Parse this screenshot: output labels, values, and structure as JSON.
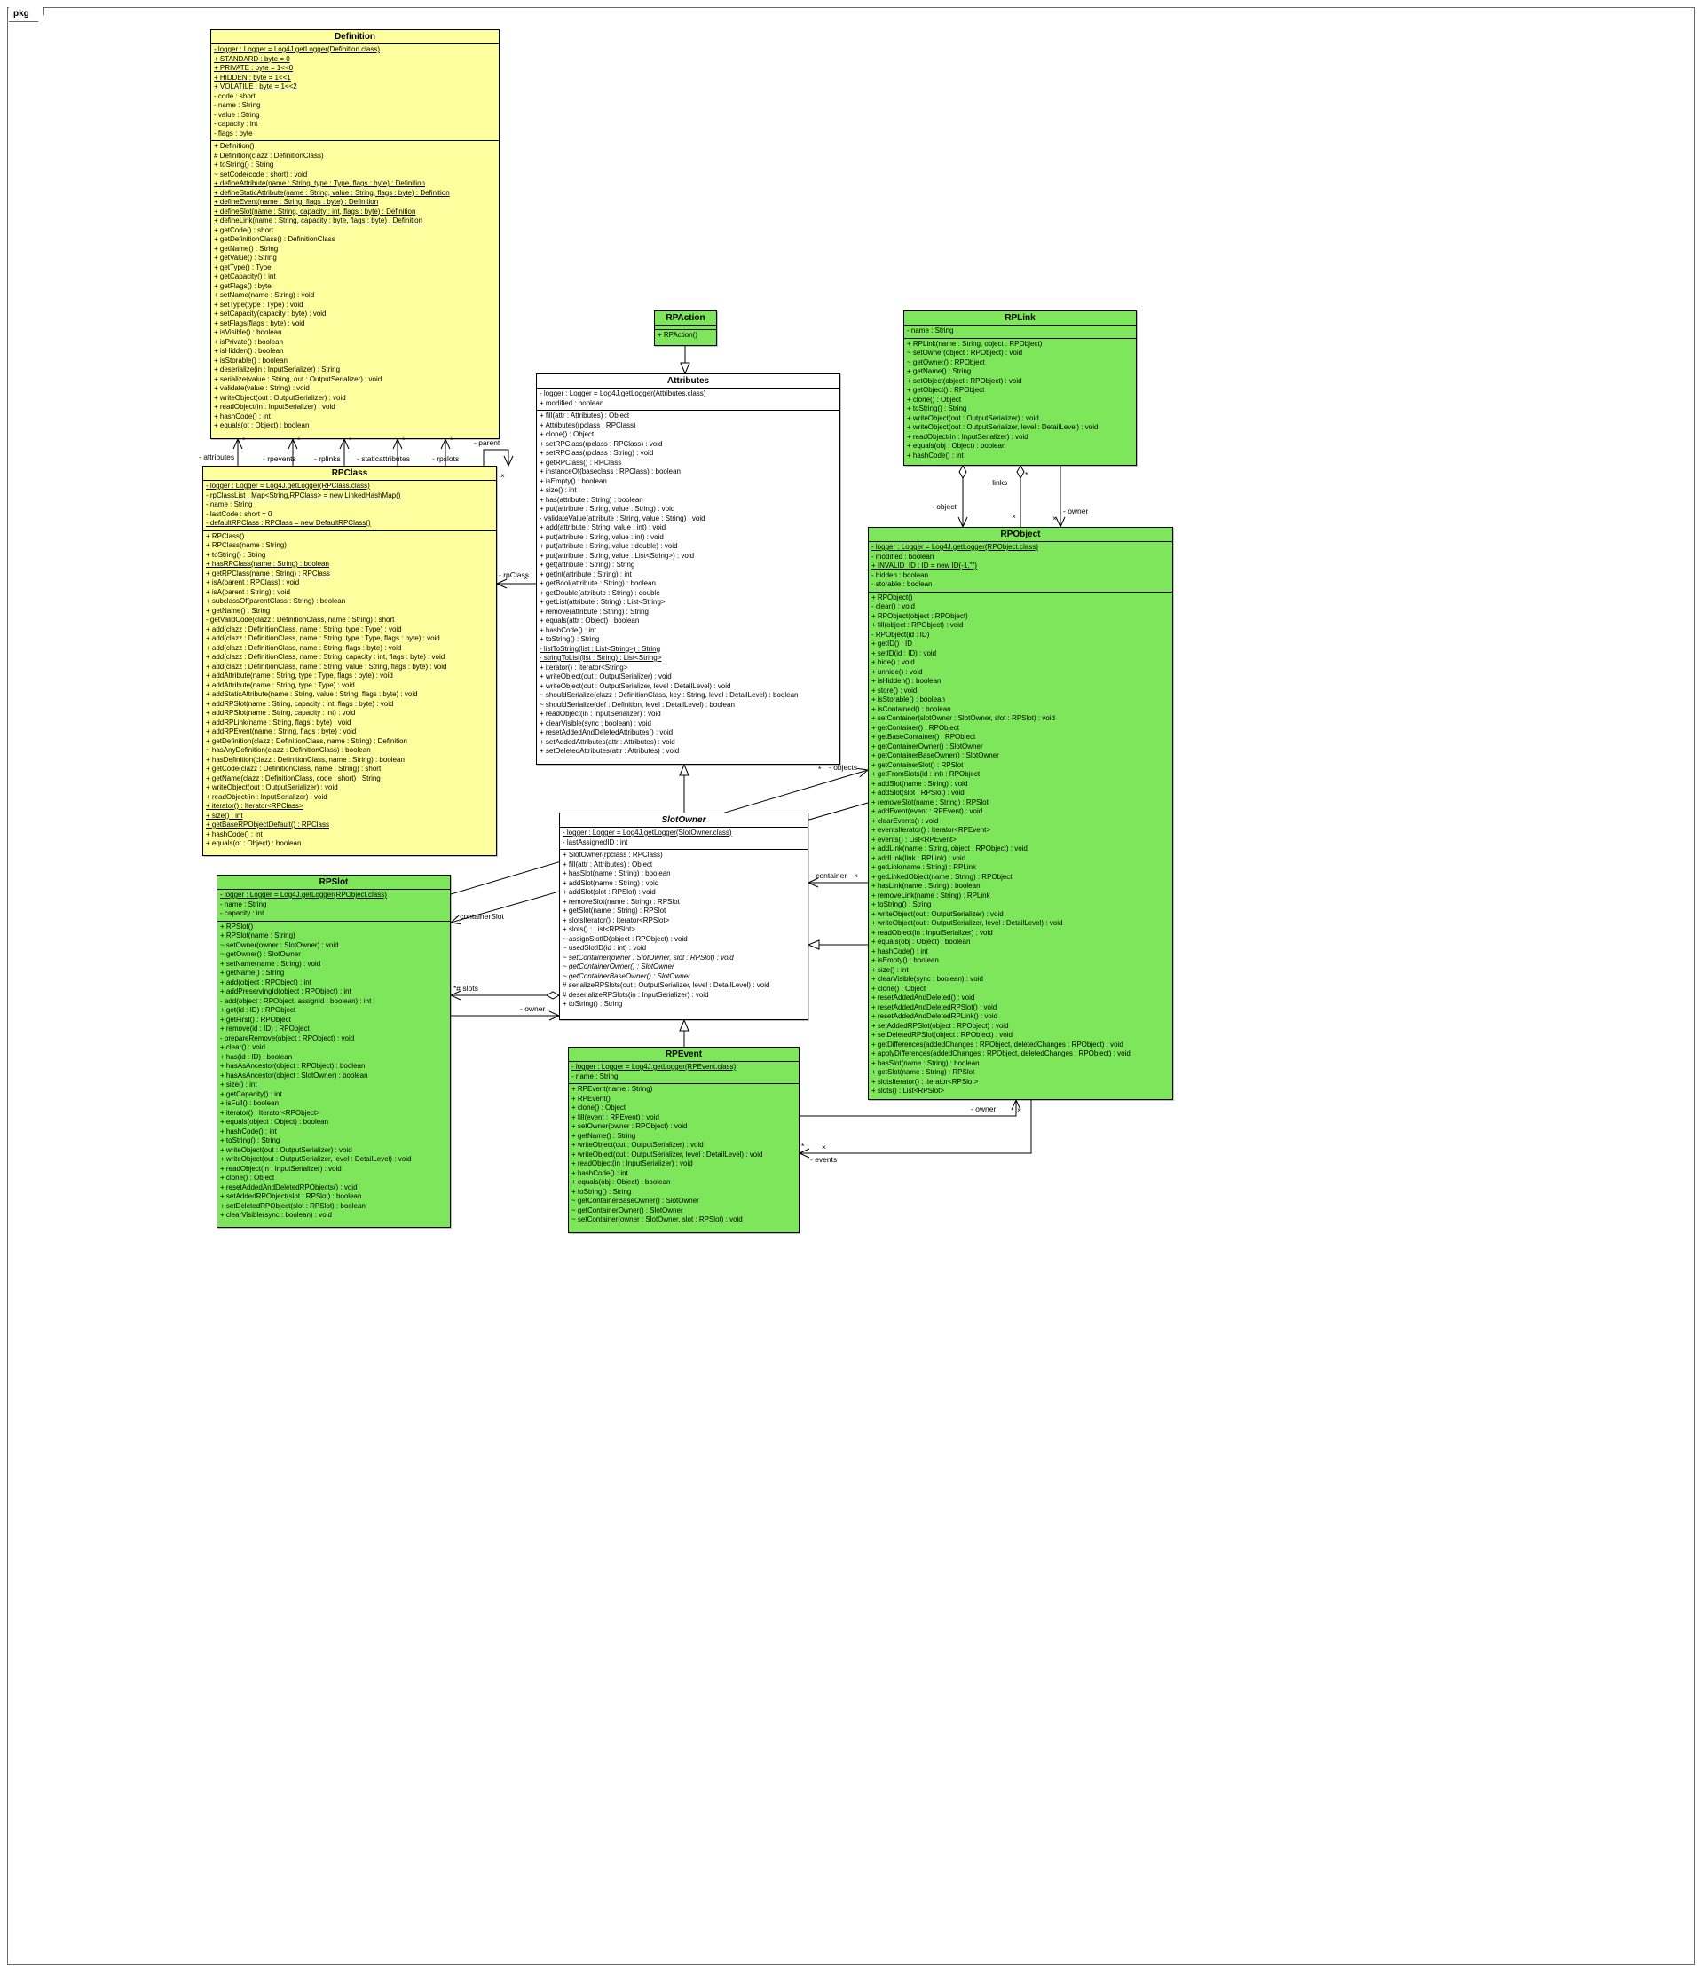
{
  "frame": {
    "label": "pkg"
  },
  "colors": {
    "yellow": "#fdff9e",
    "green": "#7de65a",
    "white": "#ffffff"
  },
  "relationships": {
    "parent": "- parent",
    "attributes": "- attributes",
    "rpevents": "- rpevents",
    "rplinks": "- rplinks",
    "staticattributes": "- staticattributes",
    "rpslots": "- rpslots",
    "rpclass": "- rpClass",
    "links": "- links",
    "object": "- object",
    "owner": "- owner",
    "objects": "- objects",
    "container": "- container",
    "containerslot": "- containerSlot",
    "slots": "*# slots",
    "events": "- events",
    "many": "*",
    "x_marker": "×"
  },
  "classes": [
    {
      "id": "definition",
      "name": "Definition",
      "fill": "yellow",
      "attributes": [
        {
          "t": "- logger : Logger = Log4J.getLogger(Definition.class)",
          "u": 1
        },
        {
          "t": "+ STANDARD : byte = 0",
          "u": 1
        },
        {
          "t": "+ PRIVATE : byte = 1<<0",
          "u": 1
        },
        {
          "t": "+ HIDDEN : byte = 1<<1",
          "u": 1
        },
        {
          "t": "+ VOLATILE : byte = 1<<2",
          "u": 1
        },
        "- code : short",
        "- name : String",
        "- value : String",
        "- capacity : int",
        "- flags : byte"
      ],
      "methods": [
        "+ Definition()",
        "# Definition(clazz : DefinitionClass)",
        "+ toString() : String",
        "~ setCode(code : short) : void",
        {
          "t": "+ defineAttribute(name : String, type : Type, flags : byte) : Definition",
          "u": 1
        },
        {
          "t": "+ defineStaticAttribute(name : String, value : String, flags : byte) : Definition",
          "u": 1
        },
        {
          "t": "+ defineEvent(name : String, flags : byte) : Definition",
          "u": 1
        },
        {
          "t": "+ defineSlot(name : String, capacity : int, flags : byte) : Definition",
          "u": 1
        },
        {
          "t": "+ defineLink(name : String, capacity : byte, flags : byte) : Definition",
          "u": 1
        },
        "+ getCode() : short",
        "+ getDefinitionClass() : DefinitionClass",
        "+ getName() : String",
        "+ getValue() : String",
        "+ getType() : Type",
        "+ getCapacity() : int",
        "+ getFlags() : byte",
        "+ setName(name : String) : void",
        "+ setType(type : Type) : void",
        "+ setCapacity(capacity : byte) : void",
        "+ setFlags(flags : byte) : void",
        "+ isVisible() : boolean",
        "+ isPrivate() : boolean",
        "+ isHidden() : boolean",
        "+ isStorable() : boolean",
        "+ deserialize(in : InputSerializer) : String",
        "+ serialize(value : String, out : OutputSerializer) : void",
        "+ validate(value : String) : void",
        "+ writeObject(out : OutputSerializer) : void",
        "+ readObject(in : InputSerializer) : void",
        "+ hashCode() : int",
        "+ equals(ot : Object) : boolean"
      ]
    },
    {
      "id": "rpclass",
      "name": "RPClass",
      "fill": "yellow",
      "attributes": [
        {
          "t": "- logger : Logger = Log4J.getLogger(RPClass.class)",
          "u": 1
        },
        {
          "t": "- rpClassList : Map<String,RPClass> = new LinkedHashMap()",
          "u": 1
        },
        "- name : String",
        "- lastCode : short = 0",
        {
          "t": "- defaultRPClass : RPClass = new DefaultRPClass()",
          "u": 1
        }
      ],
      "methods": [
        "+ RPClass()",
        "+ RPClass(name : String)",
        "+ toString() : String",
        {
          "t": "+ hasRPClass(name : String) : boolean",
          "u": 1
        },
        {
          "t": "+ getRPClass(name : String) : RPClass",
          "u": 1
        },
        "+ isA(parent : RPClass) : void",
        "+ isA(parent : String) : void",
        "+ subclassOf(parentClass : String) : boolean",
        "+ getName() : String",
        "- getValidCode(clazz : DefinitionClass, name : String) : short",
        "+ add(clazz : DefinitionClass, name : String, type : Type) : void",
        "+ add(clazz : DefinitionClass, name : String, type : Type, flags : byte) : void",
        "+ add(clazz : DefinitionClass, name : String, flags : byte) : void",
        "+ add(clazz : DefinitionClass, name : String, capacity : int, flags : byte) : void",
        "+ add(clazz : DefinitionClass, name : String, value : String, flags : byte) : void",
        "+ addAttribute(name : String, type : Type, flags : byte) : void",
        "+ addAttribute(name : String, type : Type) : void",
        "+ addStaticAttribute(name : String, value : String, flags : byte) : void",
        "+ addRPSlot(name : String, capacity : int, flags : byte) : void",
        "+ addRPSlot(name : String, capacity : int) : void",
        "+ addRPLink(name : String, flags : byte) : void",
        "+ addRPEvent(name : String, flags : byte) : void",
        "+ getDefinition(clazz : DefinitionClass, name : String) : Definition",
        "~ hasAnyDefinition(clazz : DefinitionClass) : boolean",
        "+ hasDefinition(clazz : DefinitionClass, name : String) : boolean",
        "+ getCode(clazz : DefinitionClass, name : String) : short",
        "+ getName(clazz : DefinitionClass, code : short) : String",
        "+ writeObject(out : OutputSerializer) : void",
        "+ readObject(in : InputSerializer) : void",
        {
          "t": "+ iterator() : Iterator<RPClass>",
          "u": 1
        },
        {
          "t": "+ size() : int",
          "u": 1
        },
        {
          "t": "+ getBaseRPObjectDefault() : RPClass",
          "u": 1
        },
        "+ hashCode() : int",
        "+ equals(ot : Object) : boolean"
      ]
    },
    {
      "id": "rpaction",
      "name": "RPAction",
      "fill": "green",
      "attributes": [],
      "methods": [
        "+ RPAction()"
      ]
    },
    {
      "id": "attributes",
      "name": "Attributes",
      "fill": "white",
      "attributes": [
        {
          "t": "- logger : Logger = Log4J.getLogger(Attributes.class)",
          "u": 1
        },
        "+ modified : boolean"
      ],
      "methods": [
        "+ fill(attr : Attributes) : Object",
        "+ Attributes(rpclass : RPClass)",
        "+ clone() : Object",
        "+ setRPClass(rpclass : RPClass) : void",
        "+ setRPClass(rpclass : String) : void",
        "+ getRPClass() : RPClass",
        "+ instanceOf(baseclass : RPClass) : boolean",
        "+ isEmpty() : boolean",
        "+ size() : int",
        "+ has(attribute : String) : boolean",
        "+ put(attribute : String, value : String) : void",
        "- validateValue(attribute : String, value : String) : void",
        "+ add(attribute : String, value : int) : void",
        "+ put(attribute : String, value : int) : void",
        "+ put(attribute : String, value : double) : void",
        "+ put(attribute : String, value : List<String>) : void",
        "+ get(attribute : String) : String",
        "+ getInt(attribute : String) : int",
        "+ getBool(attribute : String) : boolean",
        "+ getDouble(attribute : String) : double",
        "+ getList(attribute : String) : List<String>",
        "+ remove(attribute : String) : String",
        "+ equals(attr : Object) : boolean",
        "+ hashCode() : int",
        "+ toString() : String",
        {
          "t": "- listToString(list : List<String>) : String",
          "u": 1
        },
        {
          "t": "- stringToList(list : String) : List<String>",
          "u": 1
        },
        "+ iterator() : Iterator<String>",
        "+ writeObject(out : OutputSerializer) : void",
        "+ writeObject(out : OutputSerializer, level : DetailLevel) : void",
        "~ shouldSerialize(clazz : DefinitionClass, key : String, level : DetailLevel) : boolean",
        "~ shouldSerialize(def : Definition, level : DetailLevel) : boolean",
        "+ readObject(in : InputSerializer) : void",
        "+ clearVisible(sync : boolean) : void",
        "+ resetAddedAndDeletedAttributes() : void",
        "+ setAddedAttributes(attr : Attributes) : void",
        "+ setDeletedAttributes(attr : Attributes) : void"
      ]
    },
    {
      "id": "rplink",
      "name": "RPLink",
      "fill": "green",
      "attributes": [
        "- name : String"
      ],
      "methods": [
        "+ RPLink(name : String, object : RPObject)",
        "~ setOwner(object : RPObject) : void",
        "~ getOwner() : RPObject",
        "+ getName() : String",
        "+ setObject(object : RPObject) : void",
        "+ getObject() : RPObject",
        "+ clone() : Object",
        "+ toString() : String",
        "+ writeObject(out : OutputSerializer) : void",
        "+ writeObject(out : OutputSerializer, level : DetailLevel) : void",
        "+ readObject(in : InputSerializer) : void",
        "+ equals(obj : Object) : boolean",
        "+ hashCode() : int"
      ]
    },
    {
      "id": "rpobject",
      "name": "RPObject",
      "fill": "green",
      "attributes": [
        {
          "t": "- logger : Logger = Log4J.getLogger(RPObject.class)",
          "u": 1
        },
        "- modified : boolean",
        {
          "t": "+ INVALID_ID : ID = new ID(-1,\"\")",
          "u": 1
        },
        "- hidden : boolean",
        "- storable : boolean"
      ],
      "methods": [
        "+ RPObject()",
        "- clear() : void",
        "+ RPObject(object : RPObject)",
        "+ fill(object : RPObject) : void",
        "- RPObject(id : ID)",
        "+ getID() : ID",
        "+ setID(id : ID) : void",
        "+ hide() : void",
        "+ unhide() : void",
        "+ isHidden() : boolean",
        "+ store() : void",
        "+ isStorable() : boolean",
        "+ isContained() : boolean",
        "+ setContainer(slotOwner : SlotOwner, slot : RPSlot) : void",
        "+ getContainer() : RPObject",
        "+ getBaseContainer() : RPObject",
        "+ getContainerOwner() : SlotOwner",
        "+ getContainerBaseOwner() : SlotOwner",
        "+ getContainerSlot() : RPSlot",
        "+ getFromSlots(id : int) : RPObject",
        "+ addSlot(name : String) : void",
        "+ addSlot(slot : RPSlot) : void",
        "+ removeSlot(name : String) : RPSlot",
        "+ addEvent(event : RPEvent) : void",
        "+ clearEvents() : void",
        "+ eventsIterator() : Iterator<RPEvent>",
        "+ events() : List<RPEvent>",
        "+ addLink(name : String, object : RPObject) : void",
        "+ addLink(link : RPLink) : void",
        "+ getLink(name : String) : RPLink",
        "+ getLinkedObject(name : String) : RPObject",
        "+ hasLink(name : String) : boolean",
        "+ removeLink(name : String) : RPLink",
        "+ toString() : String",
        "+ writeObject(out : OutputSerializer) : void",
        "+ writeObject(out : OutputSerializer, level : DetailLevel) : void",
        "+ readObject(in : InputSerializer) : void",
        "+ equals(obj : Object) : boolean",
        "+ hashCode() : int",
        "+ isEmpty() : boolean",
        "+ size() : int",
        "+ clearVisible(sync : boolean) : void",
        "+ clone() : Object",
        "+ resetAddedAndDeleted() : void",
        "+ resetAddedAndDeletedRPSlot() : void",
        "+ resetAddedAndDeletedRPLink() : void",
        "+ setAddedRPSlot(object : RPObject) : void",
        "+ setDeletedRPSlot(object : RPObject) : void",
        "+ getDifferences(addedChanges : RPObject, deletedChanges : RPObject) : void",
        "+ applyDifferences(addedChanges : RPObject, deletedChanges : RPObject) : void",
        "+ hasSlot(name : String) : boolean",
        "+ getSlot(name : String) : RPSlot",
        "+ slotsIterator() : Iterator<RPSlot>",
        "+ slots() : List<RPSlot>"
      ]
    },
    {
      "id": "slotowner",
      "name": "SlotOwner",
      "fill": "white",
      "abstract": 1,
      "attributes": [
        {
          "t": "- logger : Logger = Log4J.getLogger(SlotOwner.class)",
          "u": 1
        },
        "- lastAssignedID : int"
      ],
      "methods": [
        "+ SlotOwner(rpclass : RPClass)",
        "+ fill(attr : Attributes) : Object",
        "+ hasSlot(name : String) : boolean",
        "+ addSlot(name : String) : void",
        "+ addSlot(slot : RPSlot) : void",
        "+ removeSlot(name : String) : RPSlot",
        "+ getSlot(name : String) : RPSlot",
        "+ slotsIterator() : Iterator<RPSlot>",
        "+ slots() : List<RPSlot>",
        "~ assignSlotID(object : RPObject) : void",
        "~ usedSlotID(id : int) : void",
        {
          "t": "~ setContainer(owner : SlotOwner, slot : RPSlot) : void",
          "i": 1
        },
        {
          "t": "~ getContainerOwner() : SlotOwner",
          "i": 1
        },
        {
          "t": "~ getContainerBaseOwner() : SlotOwner",
          "i": 1
        },
        "# serializeRPSlots(out : OutputSerializer, level : DetailLevel) : void",
        "# deserializeRPSlots(in : InputSerializer) : void",
        "+ toString() : String"
      ]
    },
    {
      "id": "rpslot",
      "name": "RPSlot",
      "fill": "green",
      "attributes": [
        {
          "t": "- logger : Logger = Log4J.getLogger(RPObject.class)",
          "u": 1
        },
        "- name : String",
        "- capacity : int"
      ],
      "methods": [
        "+ RPSlot()",
        "+ RPSlot(name : String)",
        "~ setOwner(owner : SlotOwner) : void",
        "~ getOwner() : SlotOwner",
        "+ setName(name : String) : void",
        "+ getName() : String",
        "+ add(object : RPObject) : int",
        "+ addPreservingId(object : RPObject) : int",
        "- add(object : RPObject, assignId : boolean) : int",
        "+ get(id : ID) : RPObject",
        "+ getFirst() : RPObject",
        "+ remove(id : ID) : RPObject",
        "- prepareRemove(object : RPObject) : void",
        "+ clear() : void",
        "+ has(id : ID) : boolean",
        "+ hasAsAncestor(object : RPObject) : boolean",
        "+ hasAsAncestor(object : SlotOwner) : boolean",
        "+ size() : int",
        "+ getCapacity() : int",
        "+ isFull() : boolean",
        "+ iterator() : Iterator<RPObject>",
        "+ equals(object : Object) : boolean",
        "+ hashCode() : int",
        "+ toString() : String",
        "+ writeObject(out : OutputSerializer) : void",
        "+ writeObject(out : OutputSerializer, level : DetailLevel) : void",
        "+ readObject(in : InputSerializer) : void",
        "+ clone() : Object",
        "+ resetAddedAndDeletedRPObjects() : void",
        "+ setAddedRPObject(slot : RPSlot) : boolean",
        "+ setDeletedRPObject(slot : RPSlot) : boolean",
        "+ clearVisible(sync : boolean) : void"
      ]
    },
    {
      "id": "rpevent",
      "name": "RPEvent",
      "fill": "green",
      "attributes": [
        {
          "t": "- logger : Logger = Log4J.getLogger(RPEvent.class)",
          "u": 1
        },
        "- name : String"
      ],
      "methods": [
        "+ RPEvent(name : String)",
        "+ RPEvent()",
        "+ clone() : Object",
        "+ fill(event : RPEvent) : void",
        "+ setOwner(owner : RPObject) : void",
        "+ getName() : String",
        "+ writeObject(out : OutputSerializer) : void",
        "+ writeObject(out : OutputSerializer, level : DetailLevel) : void",
        "+ readObject(in : InputSerializer) : void",
        "+ hashCode() : int",
        "+ equals(obj : Object) : boolean",
        "+ toString() : String",
        "~ getContainerBaseOwner() : SlotOwner",
        "~ getContainerOwner() : SlotOwner",
        "~ setContainer(owner : SlotOwner, slot : RPSlot) : void"
      ]
    }
  ]
}
